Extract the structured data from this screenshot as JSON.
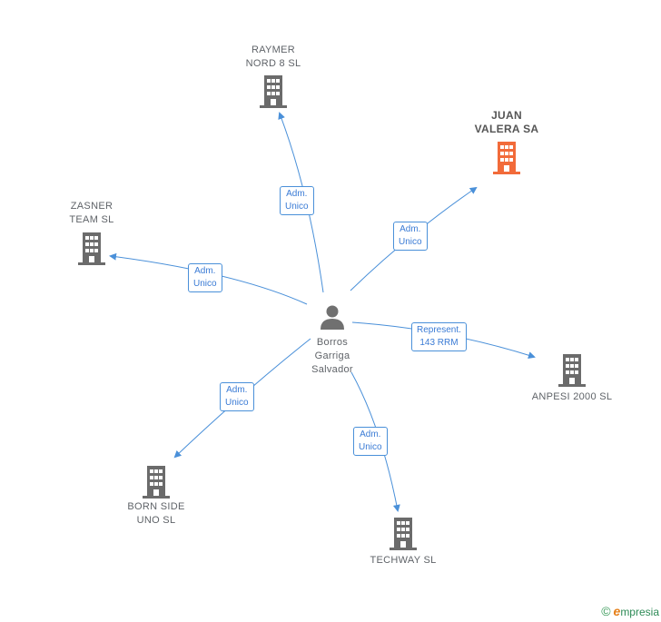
{
  "center": {
    "name": "Borros\nGarriga\nSalvador",
    "icon": "person-icon"
  },
  "companies": [
    {
      "id": "raymer",
      "name": "RAYMER\nNORD 8 SL",
      "highlight": false
    },
    {
      "id": "juan",
      "name": "JUAN\nVALERA SA",
      "highlight": true
    },
    {
      "id": "zasner",
      "name": "ZASNER\nTEAM SL",
      "highlight": false
    },
    {
      "id": "anpesi",
      "name": "ANPESI 2000 SL",
      "highlight": false
    },
    {
      "id": "bornside",
      "name": "BORN SIDE\nUNO SL",
      "highlight": false
    },
    {
      "id": "techway",
      "name": "TECHWAY SL",
      "highlight": false
    }
  ],
  "edges": [
    {
      "to": "raymer",
      "label": "Adm.\nUnico"
    },
    {
      "to": "juan",
      "label": "Adm.\nUnico"
    },
    {
      "to": "zasner",
      "label": "Adm.\nUnico"
    },
    {
      "to": "anpesi",
      "label": "Represent.\n143 RRM"
    },
    {
      "to": "bornside",
      "label": "Adm.\nUnico"
    },
    {
      "to": "techway",
      "label": "Adm.\nUnico"
    }
  ],
  "colors": {
    "edge": "#4a90d9",
    "building": "#6b6b6b",
    "highlight": "#f26b3a"
  },
  "footer": {
    "copyright": "©",
    "brand_initial": "e",
    "brand_rest": "mpresia"
  }
}
